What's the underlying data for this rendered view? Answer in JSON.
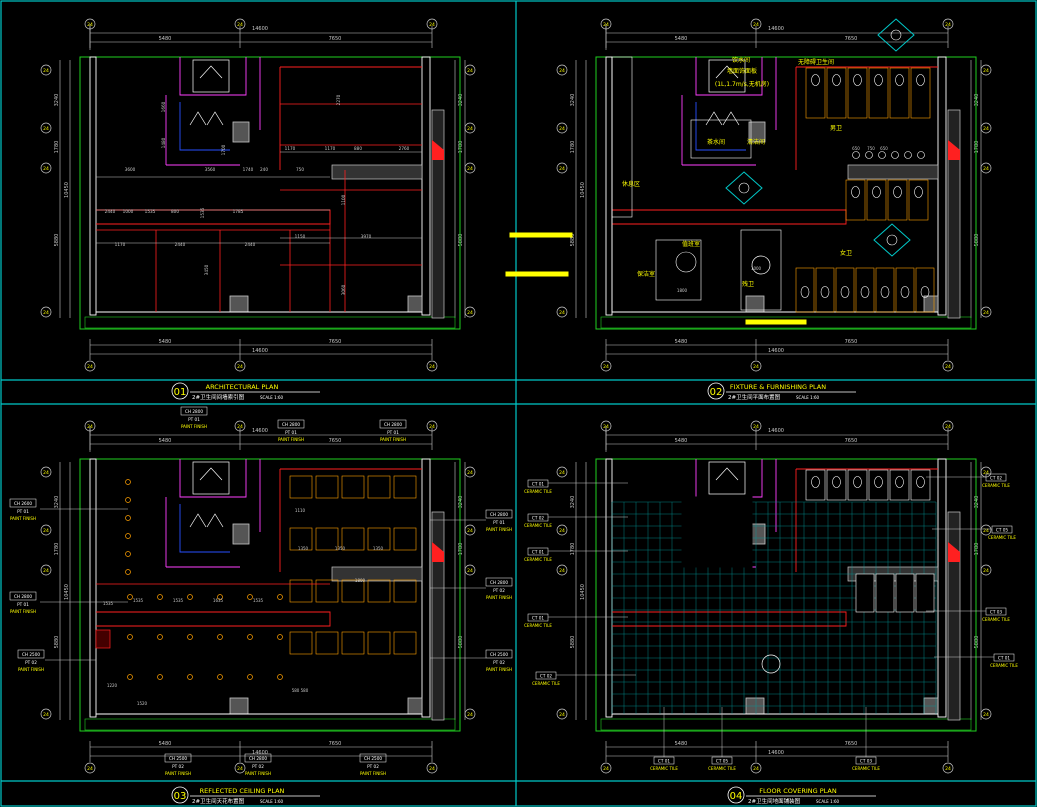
{
  "colors": {
    "background": "#000000",
    "frame": "#00c8c8",
    "wall": "#ffffff",
    "partition": "#ff2020",
    "magenta": "#ff40ff",
    "blue": "#2850ff",
    "green": "#20d020",
    "yellow": "#ffff00",
    "orange": "#ffa000",
    "dim": "#c8c8c8",
    "tile": "#00a0a0",
    "pink": "#ff4080"
  },
  "panels": [
    {
      "number": "01",
      "title": "ARCHITECTURAL PLAN",
      "subtitle": "2#卫生间间墙索引图",
      "scale": "SCALE 1:60",
      "dims_top": [
        "14600",
        "5480",
        "7650"
      ],
      "dims_bottom": [
        "14600",
        "5480",
        "7650"
      ],
      "dims_left": [
        "3240",
        "1780",
        "10450",
        "5880"
      ],
      "grid_bubble": "24",
      "dim_labels": [
        "1660",
        "1480",
        "1700",
        "3600",
        "3560",
        "1740",
        "240",
        "1170",
        "750",
        "1170",
        "880",
        "2760",
        "1150",
        "1170",
        "2440",
        "2440",
        "2440",
        "1000",
        "1535",
        "800",
        "1535",
        "1785",
        "3450",
        "3970",
        "1100",
        "3060",
        "2270"
      ]
    },
    {
      "number": "02",
      "title": "FIXTURE & FURNISHING PLAN",
      "subtitle": "2#卫生间平面布置图",
      "scale": "SCALE 1:60",
      "dims_top": [
        "14600",
        "5480",
        "7650"
      ],
      "dims_bottom": [
        "14600",
        "5480",
        "7650"
      ],
      "dims_left": [
        "3240",
        "1780",
        "10450",
        "5880"
      ],
      "grid_bubble": "24",
      "room_labels": [
        "饮水间",
        "墙面饰面板",
        "(1L,1.7m/s,无机房)",
        "无障碍卫生间",
        "男卫",
        "女卫",
        "休息区",
        "值班室",
        "保洁室",
        "残卫",
        "茶水间",
        "清洁间"
      ],
      "dim_labels": [
        "650",
        "750",
        "650",
        "1000",
        "1800"
      ]
    },
    {
      "number": "03",
      "title": "REFLECTED CEILING PLAN",
      "subtitle": "2#卫生间天花布置图",
      "scale": "SCALE 1:60",
      "dims_top": [
        "14600",
        "5480",
        "7650"
      ],
      "dims_bottom": [
        "14600",
        "5480",
        "7650"
      ],
      "dims_left": [
        "3240",
        "1780",
        "10450",
        "5880"
      ],
      "grid_bubble": "24",
      "tags": [
        {
          "code": "CH 2800",
          "finish": "PT 01",
          "label": "PAINT FINISH"
        },
        {
          "code": "CH 2800",
          "finish": "PT 01",
          "label": "PAINT FINISH"
        },
        {
          "code": "CH 2800",
          "finish": "PT 01",
          "label": "PAINT FINISH"
        },
        {
          "code": "CH 2600",
          "finish": "PT 01",
          "label": "PAINT FINISH"
        },
        {
          "code": "CH 2800",
          "finish": "PT 01",
          "label": "PAINT FINISH"
        },
        {
          "code": "CH 2500",
          "finish": "PT 02",
          "label": "PAINT FINISH"
        },
        {
          "code": "CH 2800",
          "finish": "PT 01",
          "label": "PAINT FINISH"
        },
        {
          "code": "CH 2800",
          "finish": "PT 02",
          "label": "PAINT FINISH"
        },
        {
          "code": "CH 2500",
          "finish": "PT 02",
          "label": "PAINT FINISH"
        },
        {
          "code": "CH 2500",
          "finish": "PT 02",
          "label": "PAINT FINISH"
        },
        {
          "code": "CH 2800",
          "finish": "PT 02",
          "label": "PAINT FINISH"
        },
        {
          "code": "CH 2500",
          "finish": "PT 02",
          "label": "PAINT FINISH"
        }
      ],
      "dim_labels": [
        "1535",
        "1535",
        "1635",
        "1535",
        "1350",
        "1350",
        "1350",
        "1220",
        "1520",
        "1110",
        "1800",
        "1535",
        "580 580"
      ]
    },
    {
      "number": "04",
      "title": "FLOOR COVERING PLAN",
      "subtitle": "2#卫生间地面铺装图",
      "scale": "SCALE 1:60",
      "dims_top": [
        "14600",
        "5480",
        "7650"
      ],
      "dims_bottom": [
        "14600",
        "5480",
        "7650"
      ],
      "dims_left": [
        "3240",
        "1780",
        "10450",
        "5880"
      ],
      "grid_bubble": "24",
      "tags_left": [
        {
          "code": "CT 01",
          "label": "CERAMIC TILE"
        },
        {
          "code": "CT 02",
          "label": "CERAMIC TILE"
        },
        {
          "code": "CT 01",
          "label": "CERAMIC TILE"
        },
        {
          "code": "CT 01",
          "label": "CERAMIC TILE"
        },
        {
          "code": "CT 02",
          "label": "CERAMIC TILE"
        }
      ],
      "tags_right": [
        {
          "code": "CT 02",
          "label": "CERAMIC TILE"
        },
        {
          "code": "CT 05",
          "label": "CERAMIC TILE"
        },
        {
          "code": "CT 03",
          "label": "CERAMIC TILE"
        },
        {
          "code": "CT 01",
          "label": "CERAMIC TILE"
        }
      ],
      "tags_bottom": [
        {
          "code": "CT 01",
          "label": "CERAMIC TILE"
        },
        {
          "code": "CT 05",
          "label": "CERAMIC TILE"
        },
        {
          "code": "CT 03",
          "label": "CERAMIC TILE"
        }
      ]
    }
  ]
}
